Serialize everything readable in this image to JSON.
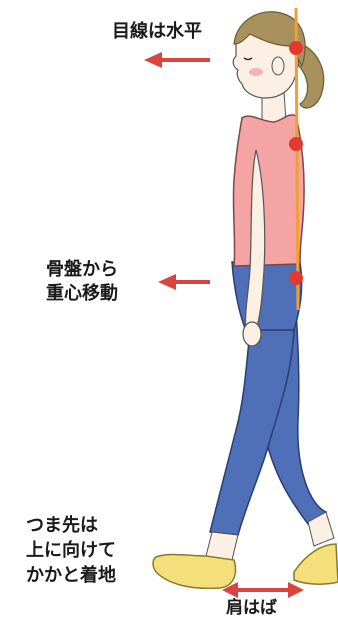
{
  "labels": {
    "gaze": "目線は水平",
    "pelvis": "骨盤から\n重心移動",
    "toe": "つま先は\n上に向けて\nかかと着地",
    "stride": "肩はば"
  },
  "colors": {
    "arrow": "#d9443f",
    "axis_line": "#f0a030",
    "joint_dot": "#e23a2e",
    "shirt": "#f4a5a3",
    "pants": "#4f6fb8",
    "shoes": "#f3e07a",
    "hair": "#a9915e",
    "skin": "#fcefe4"
  }
}
